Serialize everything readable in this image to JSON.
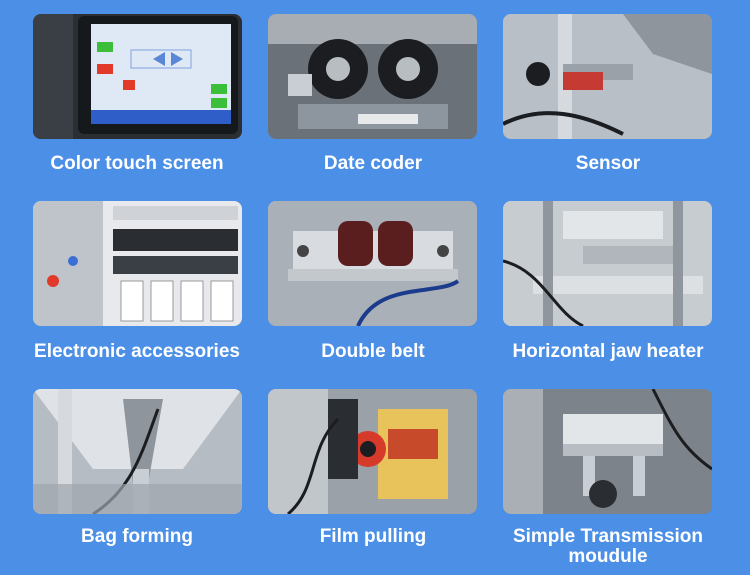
{
  "colors": {
    "background": "#4b8fe6",
    "caption": "#ffffff"
  },
  "cards": [
    {
      "caption": "Color touch screen",
      "image": "color-touch-screen-photo"
    },
    {
      "caption": "Date coder",
      "image": "date-coder-photo"
    },
    {
      "caption": "Sensor",
      "image": "sensor-photo"
    },
    {
      "caption": "Electronic accessories",
      "image": "electronic-accessories-photo"
    },
    {
      "caption": "Double belt",
      "image": "double-belt-photo"
    },
    {
      "caption": "Horizontal jaw heater",
      "image": "horizontal-jaw-heater-photo"
    },
    {
      "caption": "Bag forming",
      "image": "bag-forming-photo"
    },
    {
      "caption": "Film pulling",
      "image": "film-pulling-photo"
    },
    {
      "caption_line1": "Simple Transmission",
      "caption_line2": "moudule",
      "image": "simple-transmission-module-photo"
    }
  ]
}
